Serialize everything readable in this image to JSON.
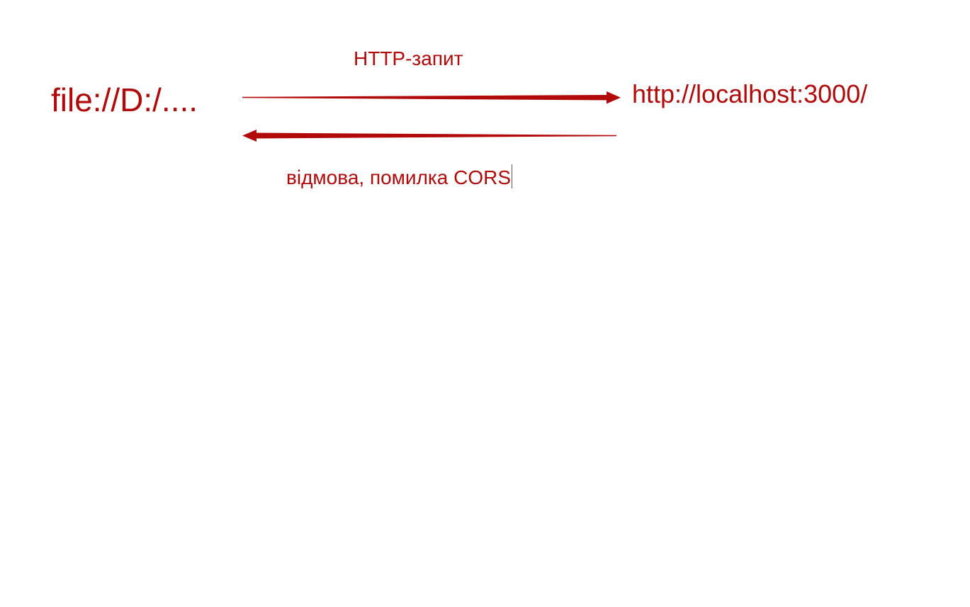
{
  "diagram": {
    "client_label": "file://D:/....",
    "server_label": "http://localhost:3000/",
    "request_label": "HTTP-запит",
    "response_label": "відмова, помилка CORS"
  },
  "colors": {
    "accent": "#b20a0a"
  }
}
